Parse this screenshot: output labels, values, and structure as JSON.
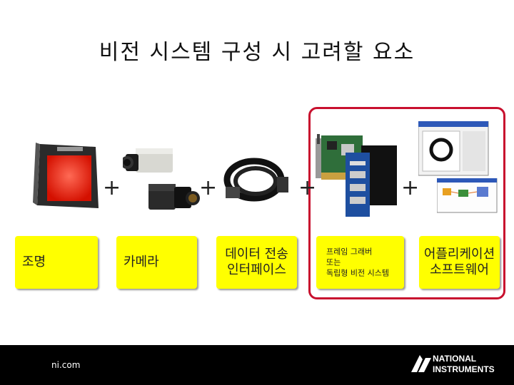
{
  "title": "비전 시스템 구성 시 고려할 요소",
  "components": [
    {
      "label": "조명"
    },
    {
      "label": "카메라"
    },
    {
      "label": "데이터 전송\n인터페이스"
    },
    {
      "label": "프레임 그래버\n또는\n독립형 비전 시스템"
    },
    {
      "label": "어플리케이션\n소프트웨어"
    }
  ],
  "plus_sign": "+",
  "footer": {
    "site": "ni.com",
    "brand_line1": "NATIONAL",
    "brand_line2": "INSTRUMENTS"
  },
  "colors": {
    "card": "#ffff00",
    "highlight_frame": "#c8102e",
    "footer": "#000000"
  }
}
